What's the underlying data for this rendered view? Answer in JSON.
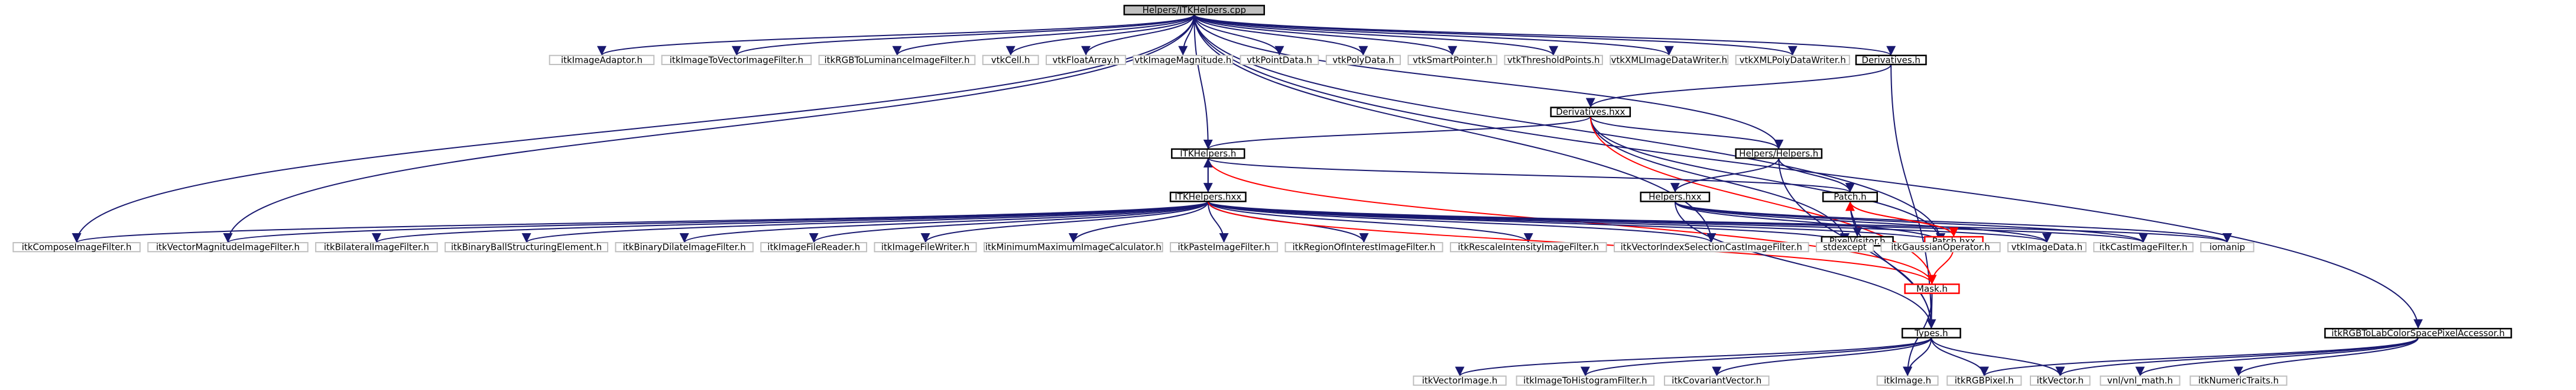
{
  "diagram": {
    "type": "include-dependency-graph",
    "colors": {
      "edge": "#191970",
      "edge_highlight": "#ff0000",
      "root_fill": "#bfbfbf",
      "local_border": "#000000",
      "external_border": "#bfbfbf",
      "red_border": "#ff0000"
    },
    "nodes": [
      {
        "id": "root",
        "label": "Helpers/ITKHelpers.cpp",
        "kind": "root"
      },
      {
        "id": "n_itkImageAdaptor",
        "label": "itkImageAdaptor.h",
        "kind": "external"
      },
      {
        "id": "n_itkImageToVectorImageFilter",
        "label": "itkImageToVectorImageFilter.h",
        "kind": "external"
      },
      {
        "id": "n_itkRGBToLuminanceImageFilter",
        "label": "itkRGBToLuminanceImageFilter.h",
        "kind": "external"
      },
      {
        "id": "n_vtkCell",
        "label": "vtkCell.h",
        "kind": "external"
      },
      {
        "id": "n_vtkFloatArray",
        "label": "vtkFloatArray.h",
        "kind": "external"
      },
      {
        "id": "n_vtkImageMagnitude",
        "label": "vtkImageMagnitude.h",
        "kind": "external"
      },
      {
        "id": "n_vtkPointData",
        "label": "vtkPointData.h",
        "kind": "external"
      },
      {
        "id": "n_vtkPolyData",
        "label": "vtkPolyData.h",
        "kind": "external"
      },
      {
        "id": "n_vtkSmartPointer",
        "label": "vtkSmartPointer.h",
        "kind": "external"
      },
      {
        "id": "n_vtkThresholdPoints",
        "label": "vtkThresholdPoints.h",
        "kind": "external"
      },
      {
        "id": "n_vtkXMLImageDataWriter",
        "label": "vtkXMLImageDataWriter.h",
        "kind": "external"
      },
      {
        "id": "n_vtkXMLPolyDataWriter",
        "label": "vtkXMLPolyDataWriter.h",
        "kind": "external"
      },
      {
        "id": "n_Derivatives_h",
        "label": "Derivatives.h",
        "kind": "local"
      },
      {
        "id": "n_Derivatives_hxx",
        "label": "Derivatives.hxx",
        "kind": "local"
      },
      {
        "id": "n_ITKHelpers_h",
        "label": "ITKHelpers.h",
        "kind": "local"
      },
      {
        "id": "n_Helpers_h",
        "label": "Helpers/Helpers.h",
        "kind": "local"
      },
      {
        "id": "n_ITKHelpers_hxx",
        "label": "ITKHelpers.hxx",
        "kind": "local"
      },
      {
        "id": "n_Helpers_hxx",
        "label": "Helpers.hxx",
        "kind": "local"
      },
      {
        "id": "n_Patch_h",
        "label": "Patch.h",
        "kind": "local"
      },
      {
        "id": "n_PixelVisitor",
        "label": "PixelVisitor.h",
        "kind": "local"
      },
      {
        "id": "n_Patch_hxx",
        "label": "Patch.hxx",
        "kind": "red"
      },
      {
        "id": "n_Mask_h",
        "label": "Mask.h",
        "kind": "red"
      },
      {
        "id": "n_Types_h",
        "label": "Types.h",
        "kind": "local"
      },
      {
        "id": "n_itkRGBToLab",
        "label": "itkRGBToLabColorSpacePixelAccessor.h",
        "kind": "local"
      },
      {
        "id": "n_itkComposeImageFilter",
        "label": "itkComposeImageFilter.h",
        "kind": "external"
      },
      {
        "id": "n_itkVectorMagnitudeImageFilter",
        "label": "itkVectorMagnitudeImageFilter.h",
        "kind": "external"
      },
      {
        "id": "n_itkBilateralImageFilter",
        "label": "itkBilateralImageFilter.h",
        "kind": "external"
      },
      {
        "id": "n_itkBinaryBallStructuringElement",
        "label": "itkBinaryBallStructuringElement.h",
        "kind": "external"
      },
      {
        "id": "n_itkBinaryDilateImageFilter",
        "label": "itkBinaryDilateImageFilter.h",
        "kind": "external"
      },
      {
        "id": "n_itkImageFileReader",
        "label": "itkImageFileReader.h",
        "kind": "external"
      },
      {
        "id": "n_itkImageFileWriter",
        "label": "itkImageFileWriter.h",
        "kind": "external"
      },
      {
        "id": "n_itkMinimumMaximumImageCalculator",
        "label": "itkMinimumMaximumImageCalculator.h",
        "kind": "external"
      },
      {
        "id": "n_itkPasteImageFilter",
        "label": "itkPasteImageFilter.h",
        "kind": "external"
      },
      {
        "id": "n_itkRegionOfInterestImageFilter",
        "label": "itkRegionOfInterestImageFilter.h",
        "kind": "external"
      },
      {
        "id": "n_itkRescaleIntensityImageFilter",
        "label": "itkRescaleIntensityImageFilter.h",
        "kind": "external"
      },
      {
        "id": "n_itkVectorIndexSelectionCastImageFilter",
        "label": "itkVectorIndexSelectionCastImageFilter.h",
        "kind": "external"
      },
      {
        "id": "n_stdexcept",
        "label": "stdexcept",
        "kind": "external"
      },
      {
        "id": "n_itkGaussianOperator",
        "label": "itkGaussianOperator.h",
        "kind": "external"
      },
      {
        "id": "n_vtkImageData",
        "label": "vtkImageData.h",
        "kind": "external"
      },
      {
        "id": "n_itkCastImageFilter",
        "label": "itkCastImageFilter.h",
        "kind": "external"
      },
      {
        "id": "n_iomanip",
        "label": "iomanip",
        "kind": "external"
      },
      {
        "id": "n_itkVectorImage",
        "label": "itkVectorImage.h",
        "kind": "external"
      },
      {
        "id": "n_itkImageToHistogramFilter",
        "label": "itkImageToHistogramFilter.h",
        "kind": "external"
      },
      {
        "id": "n_itkCovariantVector",
        "label": "itkCovariantVector.h",
        "kind": "external"
      },
      {
        "id": "n_itkImage",
        "label": "itkImage.h",
        "kind": "external"
      },
      {
        "id": "n_itkRGBPixel",
        "label": "itkRGBPixel.h",
        "kind": "external"
      },
      {
        "id": "n_itkVector",
        "label": "itkVector.h",
        "kind": "external"
      },
      {
        "id": "n_vnl_math",
        "label": "vnl/vnl_math.h",
        "kind": "external"
      },
      {
        "id": "n_itkNumericTraits",
        "label": "itkNumericTraits.h",
        "kind": "external"
      }
    ],
    "edges": [
      [
        "root",
        "n_itkImageAdaptor"
      ],
      [
        "root",
        "n_itkImageToVectorImageFilter"
      ],
      [
        "root",
        "n_itkRGBToLuminanceImageFilter"
      ],
      [
        "root",
        "n_vtkCell"
      ],
      [
        "root",
        "n_vtkFloatArray"
      ],
      [
        "root",
        "n_vtkImageMagnitude"
      ],
      [
        "root",
        "n_vtkPointData"
      ],
      [
        "root",
        "n_vtkPolyData"
      ],
      [
        "root",
        "n_vtkSmartPointer"
      ],
      [
        "root",
        "n_vtkThresholdPoints"
      ],
      [
        "root",
        "n_vtkXMLImageDataWriter"
      ],
      [
        "root",
        "n_vtkXMLPolyDataWriter"
      ],
      [
        "root",
        "n_Derivatives_h"
      ],
      [
        "root",
        "n_ITKHelpers_h"
      ],
      [
        "root",
        "n_Helpers_h"
      ],
      [
        "root",
        "n_itkComposeImageFilter"
      ],
      [
        "root",
        "n_itkVectorMagnitudeImageFilter"
      ],
      [
        "root",
        "n_itkVectorIndexSelectionCastImageFilter"
      ],
      [
        "root",
        "n_itkRGBToLab"
      ],
      [
        "root",
        "n_itkGaussianOperator"
      ],
      [
        "n_Derivatives_h",
        "n_Derivatives_hxx"
      ],
      [
        "n_Derivatives_h",
        "n_Types_h"
      ],
      [
        "n_Derivatives_hxx",
        "n_ITKHelpers_h"
      ],
      [
        "n_Derivatives_hxx",
        "n_Helpers_h"
      ],
      [
        "n_Derivatives_hxx",
        "n_stdexcept"
      ],
      [
        "n_Derivatives_hxx",
        "n_itkGaussianOperator"
      ],
      [
        "n_Derivatives_hxx",
        "n_Mask_h"
      ],
      [
        "n_ITKHelpers_h",
        "n_ITKHelpers_hxx"
      ],
      [
        "n_ITKHelpers_h",
        "n_Patch_h"
      ],
      [
        "n_ITKHelpers_h",
        "n_Mask_h"
      ],
      [
        "n_ITKHelpers_hxx",
        "n_ITKHelpers_h"
      ],
      [
        "n_ITKHelpers_hxx",
        "n_itkComposeImageFilter"
      ],
      [
        "n_ITKHelpers_hxx",
        "n_itkVectorMagnitudeImageFilter"
      ],
      [
        "n_ITKHelpers_hxx",
        "n_itkBilateralImageFilter"
      ],
      [
        "n_ITKHelpers_hxx",
        "n_itkBinaryBallStructuringElement"
      ],
      [
        "n_ITKHelpers_hxx",
        "n_itkBinaryDilateImageFilter"
      ],
      [
        "n_ITKHelpers_hxx",
        "n_itkImageFileReader"
      ],
      [
        "n_ITKHelpers_hxx",
        "n_itkImageFileWriter"
      ],
      [
        "n_ITKHelpers_hxx",
        "n_itkMinimumMaximumImageCalculator"
      ],
      [
        "n_ITKHelpers_hxx",
        "n_itkPasteImageFilter"
      ],
      [
        "n_ITKHelpers_hxx",
        "n_itkRegionOfInterestImageFilter"
      ],
      [
        "n_ITKHelpers_hxx",
        "n_itkRescaleIntensityImageFilter"
      ],
      [
        "n_ITKHelpers_hxx",
        "n_itkVectorIndexSelectionCastImageFilter"
      ],
      [
        "n_ITKHelpers_hxx",
        "n_stdexcept"
      ],
      [
        "n_ITKHelpers_hxx",
        "n_itkGaussianOperator"
      ],
      [
        "n_ITKHelpers_hxx",
        "n_vtkImageData"
      ],
      [
        "n_ITKHelpers_hxx",
        "n_itkCastImageFilter"
      ],
      [
        "n_ITKHelpers_hxx",
        "n_iomanip"
      ],
      [
        "n_ITKHelpers_hxx",
        "n_Mask_h"
      ],
      [
        "n_Helpers_h",
        "n_Helpers_hxx"
      ],
      [
        "n_Helpers_h",
        "n_Patch_h"
      ],
      [
        "n_Helpers_h",
        "n_Types_h"
      ],
      [
        "n_Helpers_hxx",
        "n_itkCastImageFilter"
      ],
      [
        "n_Helpers_hxx",
        "n_vtkImageData"
      ],
      [
        "n_Helpers_hxx",
        "n_iomanip"
      ],
      [
        "n_Helpers_hxx",
        "n_Types_h"
      ],
      [
        "n_Helpers_hxx",
        "n_itkGaussianOperator"
      ],
      [
        "n_Patch_h",
        "n_PixelVisitor"
      ],
      [
        "n_Patch_h",
        "n_Patch_hxx"
      ],
      [
        "n_Patch_h",
        "n_Types_h"
      ],
      [
        "n_Patch_hxx",
        "n_Patch_h"
      ],
      [
        "n_Patch_hxx",
        "n_Mask_h"
      ],
      [
        "n_Mask_h",
        "n_Types_h"
      ],
      [
        "n_Mask_h",
        "n_itkImage"
      ],
      [
        "n_Types_h",
        "n_itkVectorImage"
      ],
      [
        "n_Types_h",
        "n_itkImageToHistogramFilter"
      ],
      [
        "n_Types_h",
        "n_itkCovariantVector"
      ],
      [
        "n_Types_h",
        "n_itkImage"
      ],
      [
        "n_Types_h",
        "n_itkRGBPixel"
      ],
      [
        "n_Types_h",
        "n_itkVector"
      ],
      [
        "n_itkRGBToLab",
        "n_itkRGBPixel"
      ],
      [
        "n_itkRGBToLab",
        "n_itkVector"
      ],
      [
        "n_itkRGBToLab",
        "n_vnl_math"
      ],
      [
        "n_itkRGBToLab",
        "n_itkNumericTraits"
      ]
    ]
  }
}
